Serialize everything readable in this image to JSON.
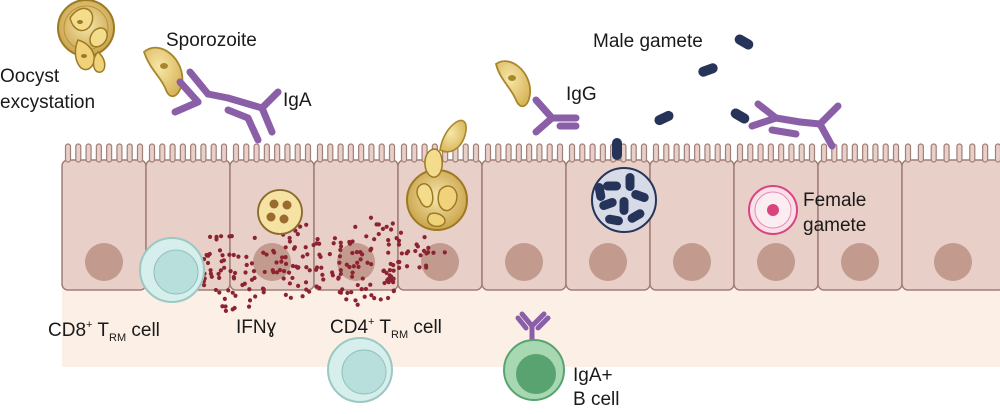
{
  "labels": {
    "oocyst_line1": "Oocyst",
    "oocyst_line2": "excystation",
    "sporozoite": "Sporozoite",
    "iga": "IgA",
    "igg": "IgG",
    "male_gamete": "Male gamete",
    "female_line1": "Female",
    "female_line2": "gamete",
    "cd8_prefix": "CD8",
    "cd8_sup": "+",
    "cd8_t": " T",
    "cd8_sub": "RM",
    "cd8_suffix": " cell",
    "ifn": "IFNɣ",
    "cd4_prefix": "CD4",
    "cd4_sup": "+",
    "cd4_t": " T",
    "cd4_sub": "RM",
    "cd4_suffix": " cell",
    "bcell_line1": "IgA+",
    "bcell_line2": "B cell"
  },
  "colors": {
    "epithelium_fill": "#e8cfc8",
    "epithelium_stroke": "#a07f76",
    "nucleus": "#c29a8e",
    "lamina": "#fcefe6",
    "antibody": "#8a5fa8",
    "parasite_fill": "#eed688",
    "parasite_stroke": "#b08d2a",
    "male_gamete": "#27345a",
    "female_ring": "#d9447f",
    "cd8_cell": "#d6efed",
    "b_cell": "#6ebf8b",
    "ifn_dots": "#8c2330"
  }
}
